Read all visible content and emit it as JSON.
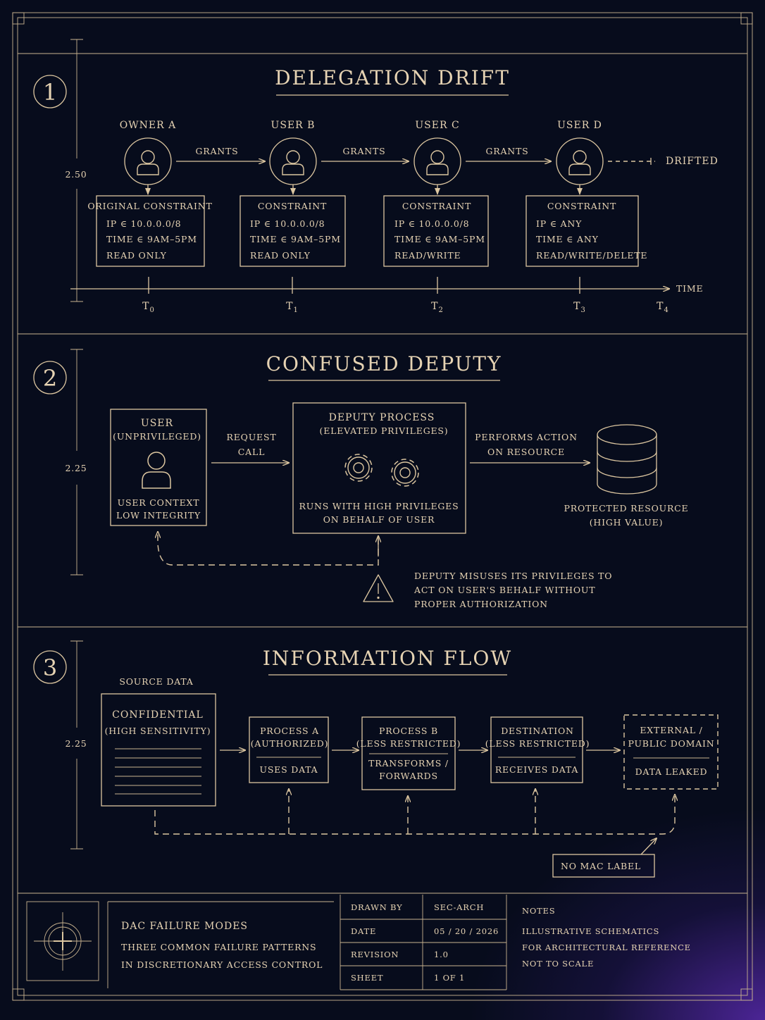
{
  "sections": {
    "delegation": {
      "number": "1",
      "title": "DELEGATION DRIFT",
      "dimension": "2.50",
      "nodes": [
        {
          "name": "OWNER A",
          "box_title": "ORIGINAL CONSTRAINT",
          "lines": [
            "IP ∈ 10.0.0.0/8",
            "TIME ∈ 9AM–5PM",
            "READ ONLY"
          ],
          "tick": "T",
          "tick_sub": "0"
        },
        {
          "name": "USER B",
          "box_title": "CONSTRAINT",
          "lines": [
            "IP ∈ 10.0.0.0/8",
            "TIME ∈ 9AM–5PM",
            "READ ONLY"
          ],
          "tick": "T",
          "tick_sub": "1"
        },
        {
          "name": "USER C",
          "box_title": "CONSTRAINT",
          "lines": [
            "IP ∈ 10.0.0.0/8",
            "TIME ∈ 9AM–5PM",
            "READ/WRITE"
          ],
          "tick": "T",
          "tick_sub": "2"
        },
        {
          "name": "USER D",
          "box_title": "CONSTRAINT",
          "lines": [
            "IP ∈ ANY",
            "TIME ∈ ANY",
            "READ/WRITE/DELETE"
          ],
          "tick": "T",
          "tick_sub": "3"
        }
      ],
      "grant_label": "GRANTS",
      "drifted_label": "DRIFTED",
      "time_label": "TIME",
      "last_tick": "T",
      "last_tick_sub": "4"
    },
    "deputy": {
      "number": "2",
      "title": "CONFUSED DEPUTY",
      "dimension": "2.25",
      "user_title": "USER",
      "user_sub": "(UNPRIVILEGED)",
      "user_ctx1": "USER CONTEXT",
      "user_ctx2": "LOW INTEGRITY",
      "request1": "REQUEST",
      "request2": "CALL",
      "deputy_title": "DEPUTY PROCESS",
      "deputy_sub": "(ELEVATED PRIVILEGES)",
      "deputy_run1": "RUNS WITH HIGH PRIVILEGES",
      "deputy_run2": "ON BEHALF OF USER",
      "action1": "PERFORMS ACTION",
      "action2": "ON RESOURCE",
      "resource1": "PROTECTED RESOURCE",
      "resource2": "(HIGH VALUE)",
      "warning1": "DEPUTY MISUSES ITS PRIVILEGES TO",
      "warning2": "ACT ON USER'S BEHALF WITHOUT",
      "warning3": "PROPER AUTHORIZATION"
    },
    "flow": {
      "number": "3",
      "title": "INFORMATION FLOW",
      "dimension": "2.25",
      "source_label": "SOURCE DATA",
      "source_title": "CONFIDENTIAL",
      "source_sub": "(HIGH SENSITIVITY)",
      "proc_a1": "PROCESS A",
      "proc_a2": "(AUTHORIZED)",
      "proc_a3": "USES DATA",
      "proc_b1": "PROCESS B",
      "proc_b2": "(LESS RESTRICTED)",
      "proc_b3": "TRANSFORMS /",
      "proc_b4": "FORWARDS",
      "dest1": "DESTINATION",
      "dest2": "(LESS RESTRICTED)",
      "dest3": "RECEIVES DATA",
      "ext1": "EXTERNAL /",
      "ext2": "PUBLIC DOMAIN",
      "ext3": "DATA LEAKED",
      "no_mac": "NO MAC LABEL"
    }
  },
  "title_block": {
    "title": "DAC FAILURE MODES",
    "subtitle1": "THREE COMMON FAILURE PATTERNS",
    "subtitle2": "IN DISCRETIONARY ACCESS CONTROL",
    "fields": [
      {
        "label": "DRAWN BY",
        "value": "SEC-ARCH"
      },
      {
        "label": "DATE",
        "value": "05 / 20 / 2026"
      },
      {
        "label": "REVISION",
        "value": "1.0"
      },
      {
        "label": "SHEET",
        "value": "1 OF 1"
      }
    ],
    "notes_title": "NOTES",
    "notes": [
      "ILLUSTRATIVE SCHEMATICS",
      "FOR ARCHITECTURAL REFERENCE",
      "NOT TO SCALE"
    ]
  },
  "colors": {
    "background": "#070c1c",
    "ink": "#dcc6a0",
    "glow": "#5b2dbe"
  }
}
